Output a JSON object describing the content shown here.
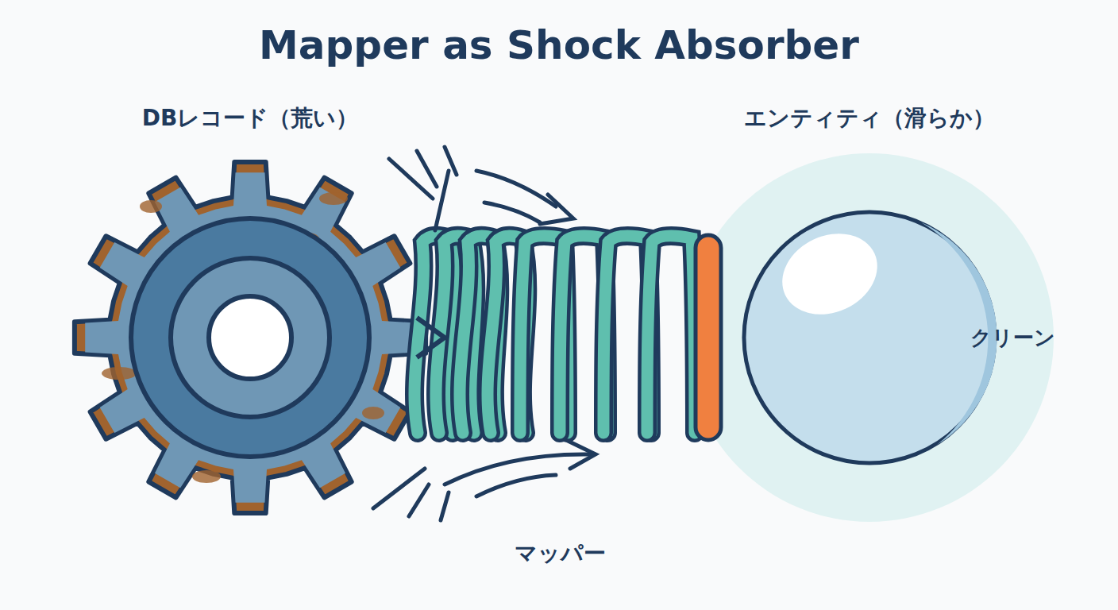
{
  "diagram": {
    "title": "Mapper as Shock Absorber",
    "nodes": [
      {
        "text": [
          "DBレコード（荒い）"
        ]
      },
      {
        "text": [
          "マッパー"
        ]
      },
      {
        "text": [
          "エンティティ（滑らか）",
          "クリーン"
        ]
      }
    ]
  }
}
